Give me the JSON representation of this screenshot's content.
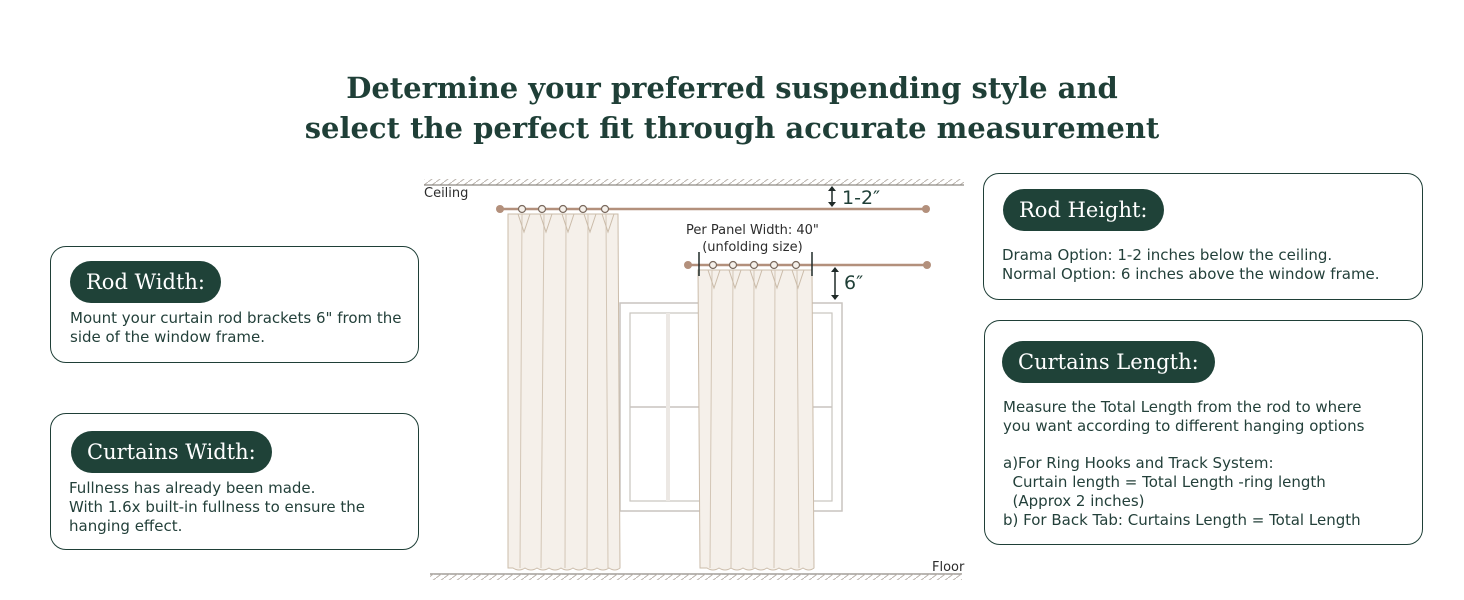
{
  "heading": {
    "line1": "Determine your preferred suspending style and",
    "line2": "select the perfect fit through accurate measurement"
  },
  "rod_width": {
    "title": "Rod Width:",
    "lines": [
      "Mount your curtain rod brackets 6\" from the",
      "side of the window frame."
    ]
  },
  "curtains_width": {
    "title": "Curtains Width:",
    "lines": [
      "Fullness has already been made.",
      "With 1.6x built-in fullness to ensure the",
      "hanging effect."
    ]
  },
  "rod_height": {
    "title": "Rod Height:",
    "lines": [
      "Drama Option: 1-2 inches below the ceiling.",
      "Normal Option: 6 inches above the window frame."
    ]
  },
  "curtains_length": {
    "title": "Curtains Length:",
    "lines": [
      "Measure the Total Length from the rod to where",
      "you want according to different hanging options",
      "",
      "a)For Ring Hooks and Track System:",
      "  Curtain length = Total Length -ring length",
      "  (Approx 2 inches)",
      "b) For Back Tab: Curtains Length = Total Length"
    ]
  },
  "diagram": {
    "ceiling_label": "Ceiling",
    "floor_label": "Floor",
    "dim_top": "1-2″",
    "dim_side": "6″",
    "panel_width_line1": "Per Panel Width: 40\"",
    "panel_width_line2": "(unfolding size)",
    "colors": {
      "rod": "#b3907c",
      "curtain": "#f5f0ea",
      "curtain_line": "#cbbcaa",
      "dark": "#1f4238"
    }
  }
}
